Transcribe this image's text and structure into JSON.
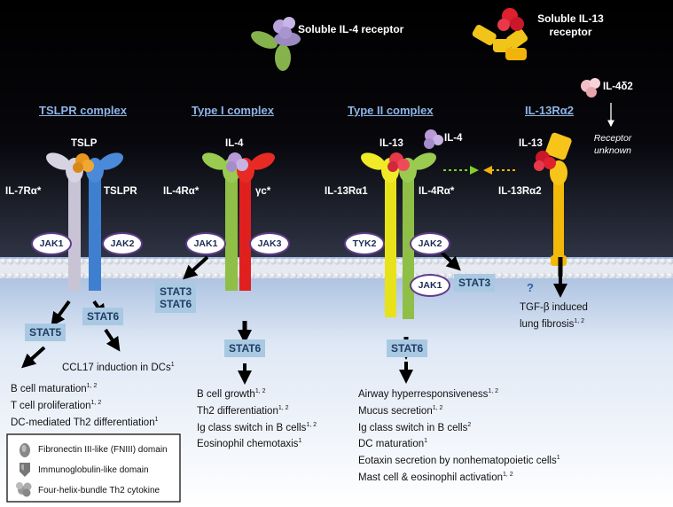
{
  "soluble_il4": "Soluble IL-4 receptor",
  "soluble_il13": "Soluble IL-13 receptor",
  "il4d2": "IL-4δ2",
  "receptor_unknown": "Receptor unknown",
  "headers": {
    "tslpr": "TSLPR complex",
    "type1": "Type I complex",
    "type2": "Type II complex",
    "il13ra2": "IL-13Rα2"
  },
  "cytokines": {
    "tslp": "TSLP",
    "il4": "IL-4",
    "il13": "IL-13",
    "il4_b": "IL-4",
    "il13_b": "IL-13"
  },
  "chains": {
    "il7ra": "IL-7Rα*",
    "tslpr": "TSLPR",
    "il4ra": "IL-4Rα*",
    "gc": "γc*",
    "il13ra1": "IL-13Rα1",
    "il4ra_b": "IL-4Rα*",
    "il13ra2": "IL-13Rα2"
  },
  "jaks": {
    "a": "JAK1",
    "b": "JAK2",
    "c": "JAK1",
    "d": "JAK3",
    "e": "TYK2",
    "f": "JAK2",
    "g": "JAK1"
  },
  "stats": {
    "stat5": "STAT5",
    "stat6_a": "STAT6",
    "stat3": "STAT3",
    "stat6_b": "STAT6",
    "stat6_c": "STAT6",
    "stat3_b": "STAT3",
    "stat6_d": "STAT6"
  },
  "question": "?",
  "outcomes": {
    "ccl17": "CCL17 induction in DCs",
    "ccl17_ref": "1",
    "tslp_1": "B cell maturation",
    "tslp_1r": "1, 2",
    "tslp_2": "T cell proliferation",
    "tslp_2r": "1, 2",
    "tslp_3": "DC-mediated Th2 differentiation",
    "tslp_3r": "1",
    "t1_1": "B cell growth",
    "t1_1r": "1, 2",
    "t1_2": "Th2 differentiation",
    "t1_2r": "1, 2",
    "t1_3": "Ig class switch in B cells",
    "t1_3r": "1, 2",
    "t1_4": "Eosinophil chemotaxis",
    "t1_4r": "1",
    "t2_1": "Airway hyperresponsiveness",
    "t2_1r": "1, 2",
    "t2_2": "Mucus secretion",
    "t2_2r": "1, 2",
    "t2_3": "Ig class switch in B cells",
    "t2_3r": "2",
    "t2_4": "DC maturation",
    "t2_4r": "1",
    "t2_5": "Eotaxin secretion by nonhematopoietic cells",
    "t2_5r": "1",
    "t2_6": "Mast cell & eosinophil activation",
    "t2_6r": "1, 2",
    "tgf_1": "TGF-β induced",
    "tgf_2": "lung fibrosis",
    "tgf_2r": "1, 2"
  },
  "legend": {
    "fn3": "Fibronectin III-like (FNIII) domain",
    "ig": "Immunoglobulin-like domain",
    "cyt": "Four-helix-bundle Th2 cytokine"
  },
  "colors": {
    "background_top": "#000000",
    "il7ra": "#c9c3d6",
    "tslpr": "#3f7fd0",
    "il4ra": "#8fbf46",
    "gc": "#e0201e",
    "il13ra1": "#e8e21a",
    "il13ra2": "#f2b90a",
    "il4_cytokine": "#b79ad6",
    "il13_cytokine": "#e8384a",
    "tslp_cytokine": "#e7961e",
    "stat_box": "#a9c8e2",
    "header_text": "#8fb5e6"
  }
}
